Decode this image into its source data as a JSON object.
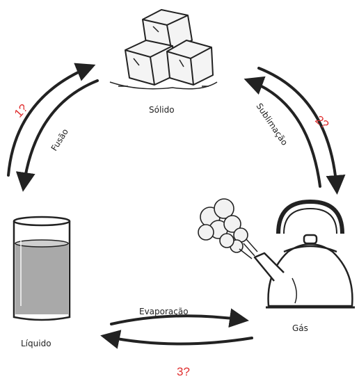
{
  "states": {
    "solid": "Sólido",
    "liquid": "Líquido",
    "gas": "Gás"
  },
  "transitions": {
    "fusion": "Fusão",
    "sublimation": "Sublimação",
    "evaporation": "Evaporação"
  },
  "questions": {
    "q1": "1?",
    "q2": "2?",
    "q3": "3?"
  },
  "colors": {
    "question": "#e03030",
    "ink": "#222222",
    "liquid_fill": "#a9a9a9"
  }
}
